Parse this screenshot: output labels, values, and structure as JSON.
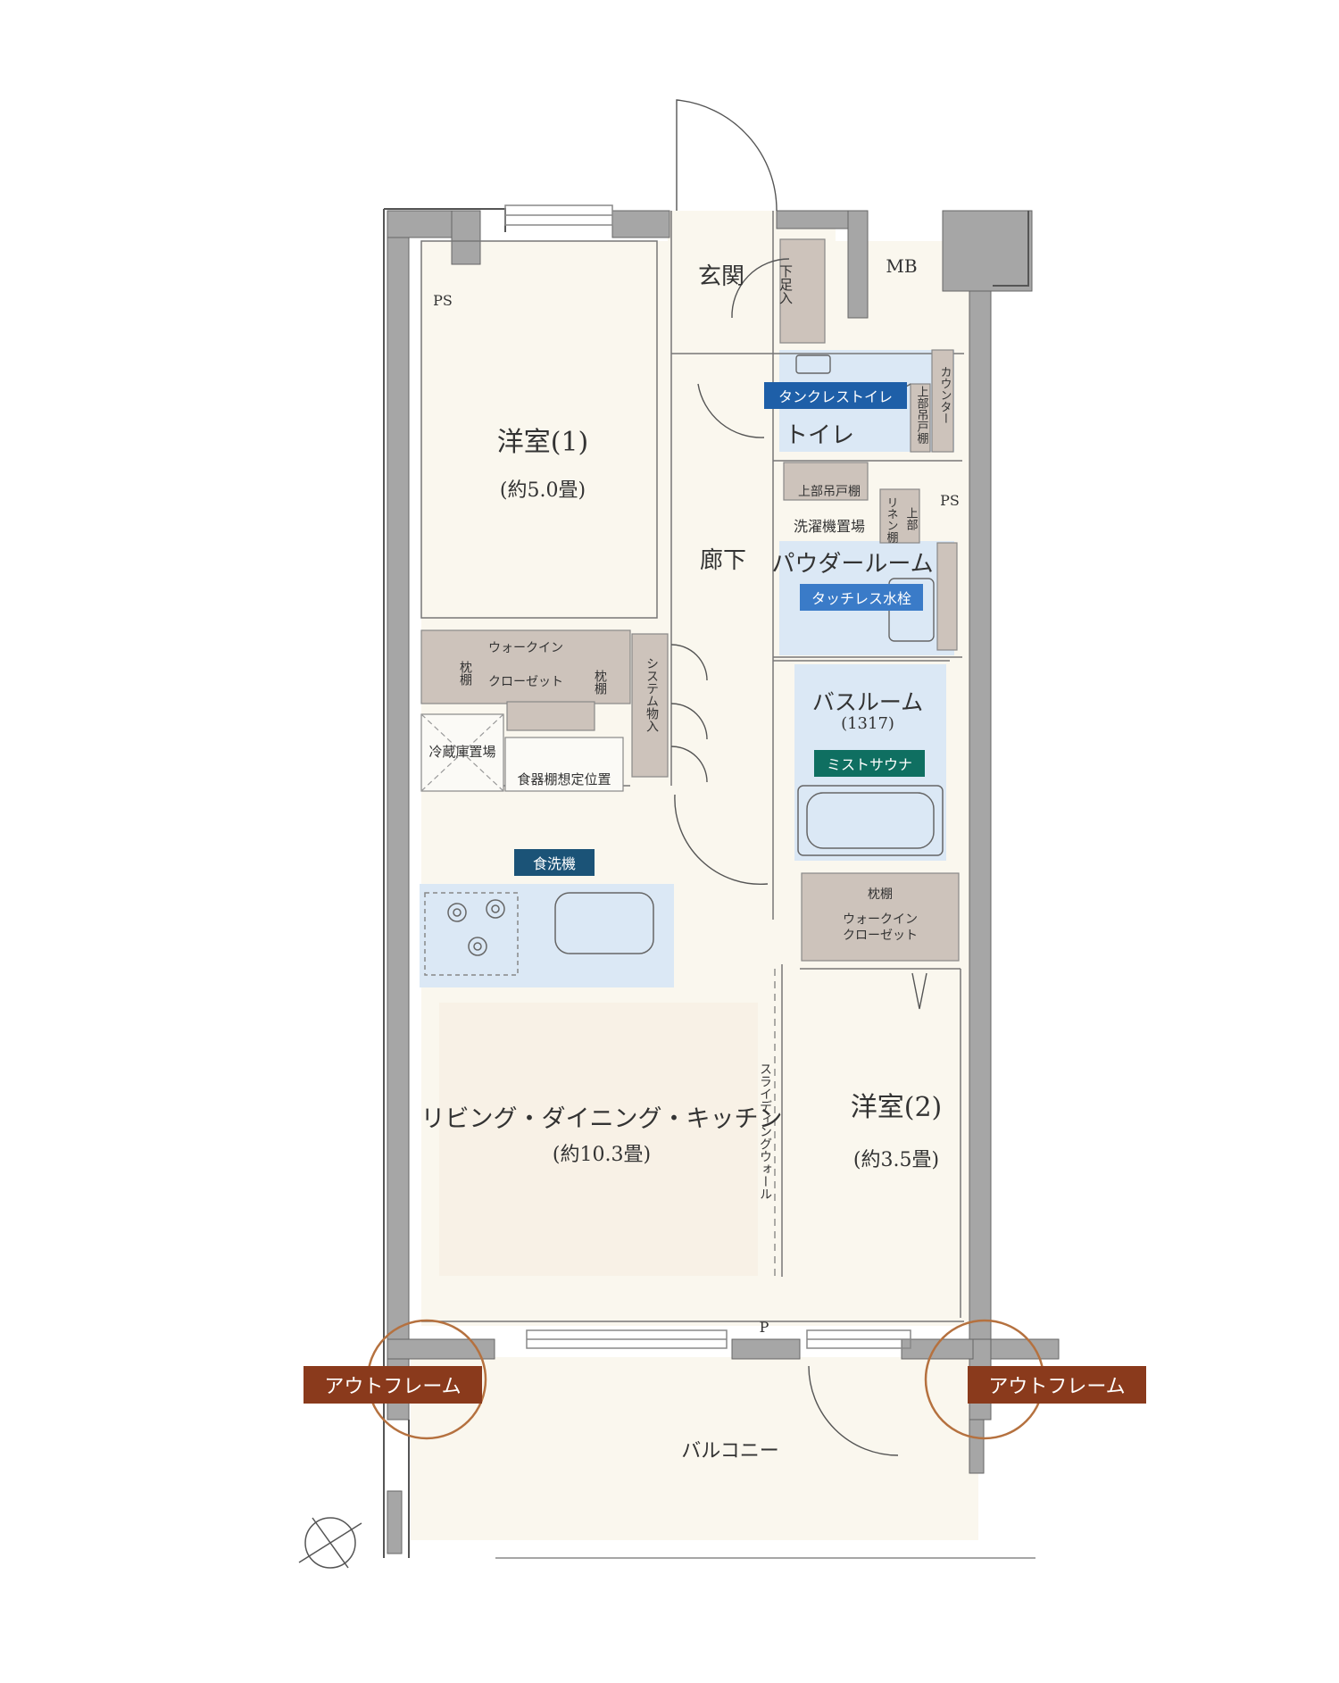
{
  "rooms": {
    "western1": {
      "name": "洋室(1)",
      "size": "(約5.0畳)"
    },
    "western2": {
      "name": "洋室(2)",
      "size": "(約3.5畳)"
    },
    "ldk": {
      "name": "リビング・ダイニング・キッチン",
      "size": "(約10.3畳)"
    },
    "entrance": "玄関",
    "corridor": "廊下",
    "toilet": "トイレ",
    "powder": "パウダールーム",
    "bath": {
      "name": "バスルーム",
      "size": "(1317)"
    },
    "balcony": "バルコニー",
    "mb": "MB",
    "ps": "PS",
    "p": "P"
  },
  "storage": {
    "shoe": "下足入",
    "counter": "カウンター",
    "upper_cabinet": "上部吊戸棚",
    "upper_cabinet_laundry": "上部吊戸棚",
    "laundry": "洗濯機置場",
    "linen": "リネン棚",
    "linen_upper": "上部",
    "wic1": "ウォークイン",
    "wic1b": "クローゼット",
    "pillow_left": "枕棚",
    "pillow_right": "枕棚",
    "system": "システム物入",
    "fridge": "冷蔵庫置場",
    "dish": "食器棚想定位置",
    "wic2_pillow": "枕棚",
    "wic2": "ウォークイン",
    "wic2b": "クローゼット",
    "sliding": "スライディングウォール"
  },
  "badges": {
    "tankless": "タンクレストイレ",
    "touchless": "タッチレス水栓",
    "mist": "ミストサウナ",
    "dishwasher": "食洗機",
    "outframe_left": "アウトフレーム",
    "outframe_right": "アウトフレーム"
  },
  "colors": {
    "wall": "#a6a6a6",
    "floor": "#faf7ee",
    "ldk_rug": "#f8f1e6",
    "wet": "#dbe8f5",
    "storage": "#cdc3bb",
    "badge_blue": "#1e5fa8",
    "badge_dark": "#1b5377",
    "badge_teal": "#0f6f61",
    "outframe": "#8a3a1c"
  }
}
